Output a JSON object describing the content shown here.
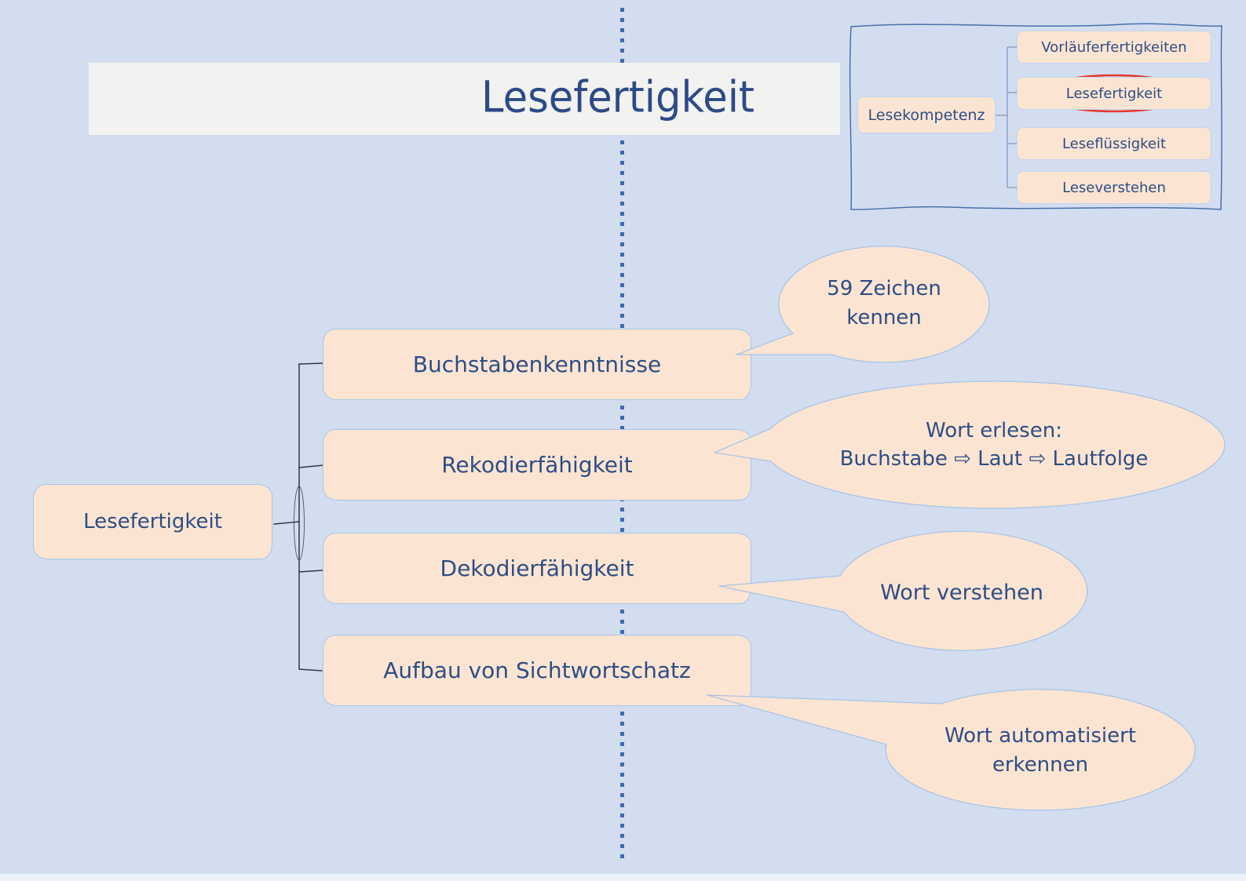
{
  "title": "Lesefertigkeit",
  "minimap": {
    "root": "Lesekompetenz",
    "items": [
      "Vorläuferfertigkeiten",
      "Lesefertigkeit",
      "Leseflüssigkeit",
      "Leseverstehen"
    ],
    "highlighted_item": "Lesefertigkeit"
  },
  "tree": {
    "root": "Lesefertigkeit",
    "children": [
      "Buchstabenkenntnisse",
      "Rekodierfähigkeit",
      "Dekodierfähigkeit",
      "Aufbau von Sichtwortschatz"
    ]
  },
  "bubbles": [
    {
      "lines": [
        "59 Zeichen",
        "kennen"
      ]
    },
    {
      "lines": [
        "Wort erlesen:",
        "Buchstabe ⇨ Laut ⇨ Lautfolge"
      ]
    },
    {
      "lines": [
        "Wort verstehen"
      ]
    },
    {
      "lines": [
        "Wort automatisiert",
        "erkennen"
      ]
    }
  ],
  "colors": {
    "background": "#d3ddf0",
    "node_fill": "#fbe5d2",
    "node_border": "#a9c4e6",
    "text": "#2e4d85",
    "banner": "#f2f2f0",
    "dotted_line": "#4068ad",
    "connector": "#33383d",
    "minimap_border": "#4a6fae",
    "highlight_red": "#e6382c"
  }
}
